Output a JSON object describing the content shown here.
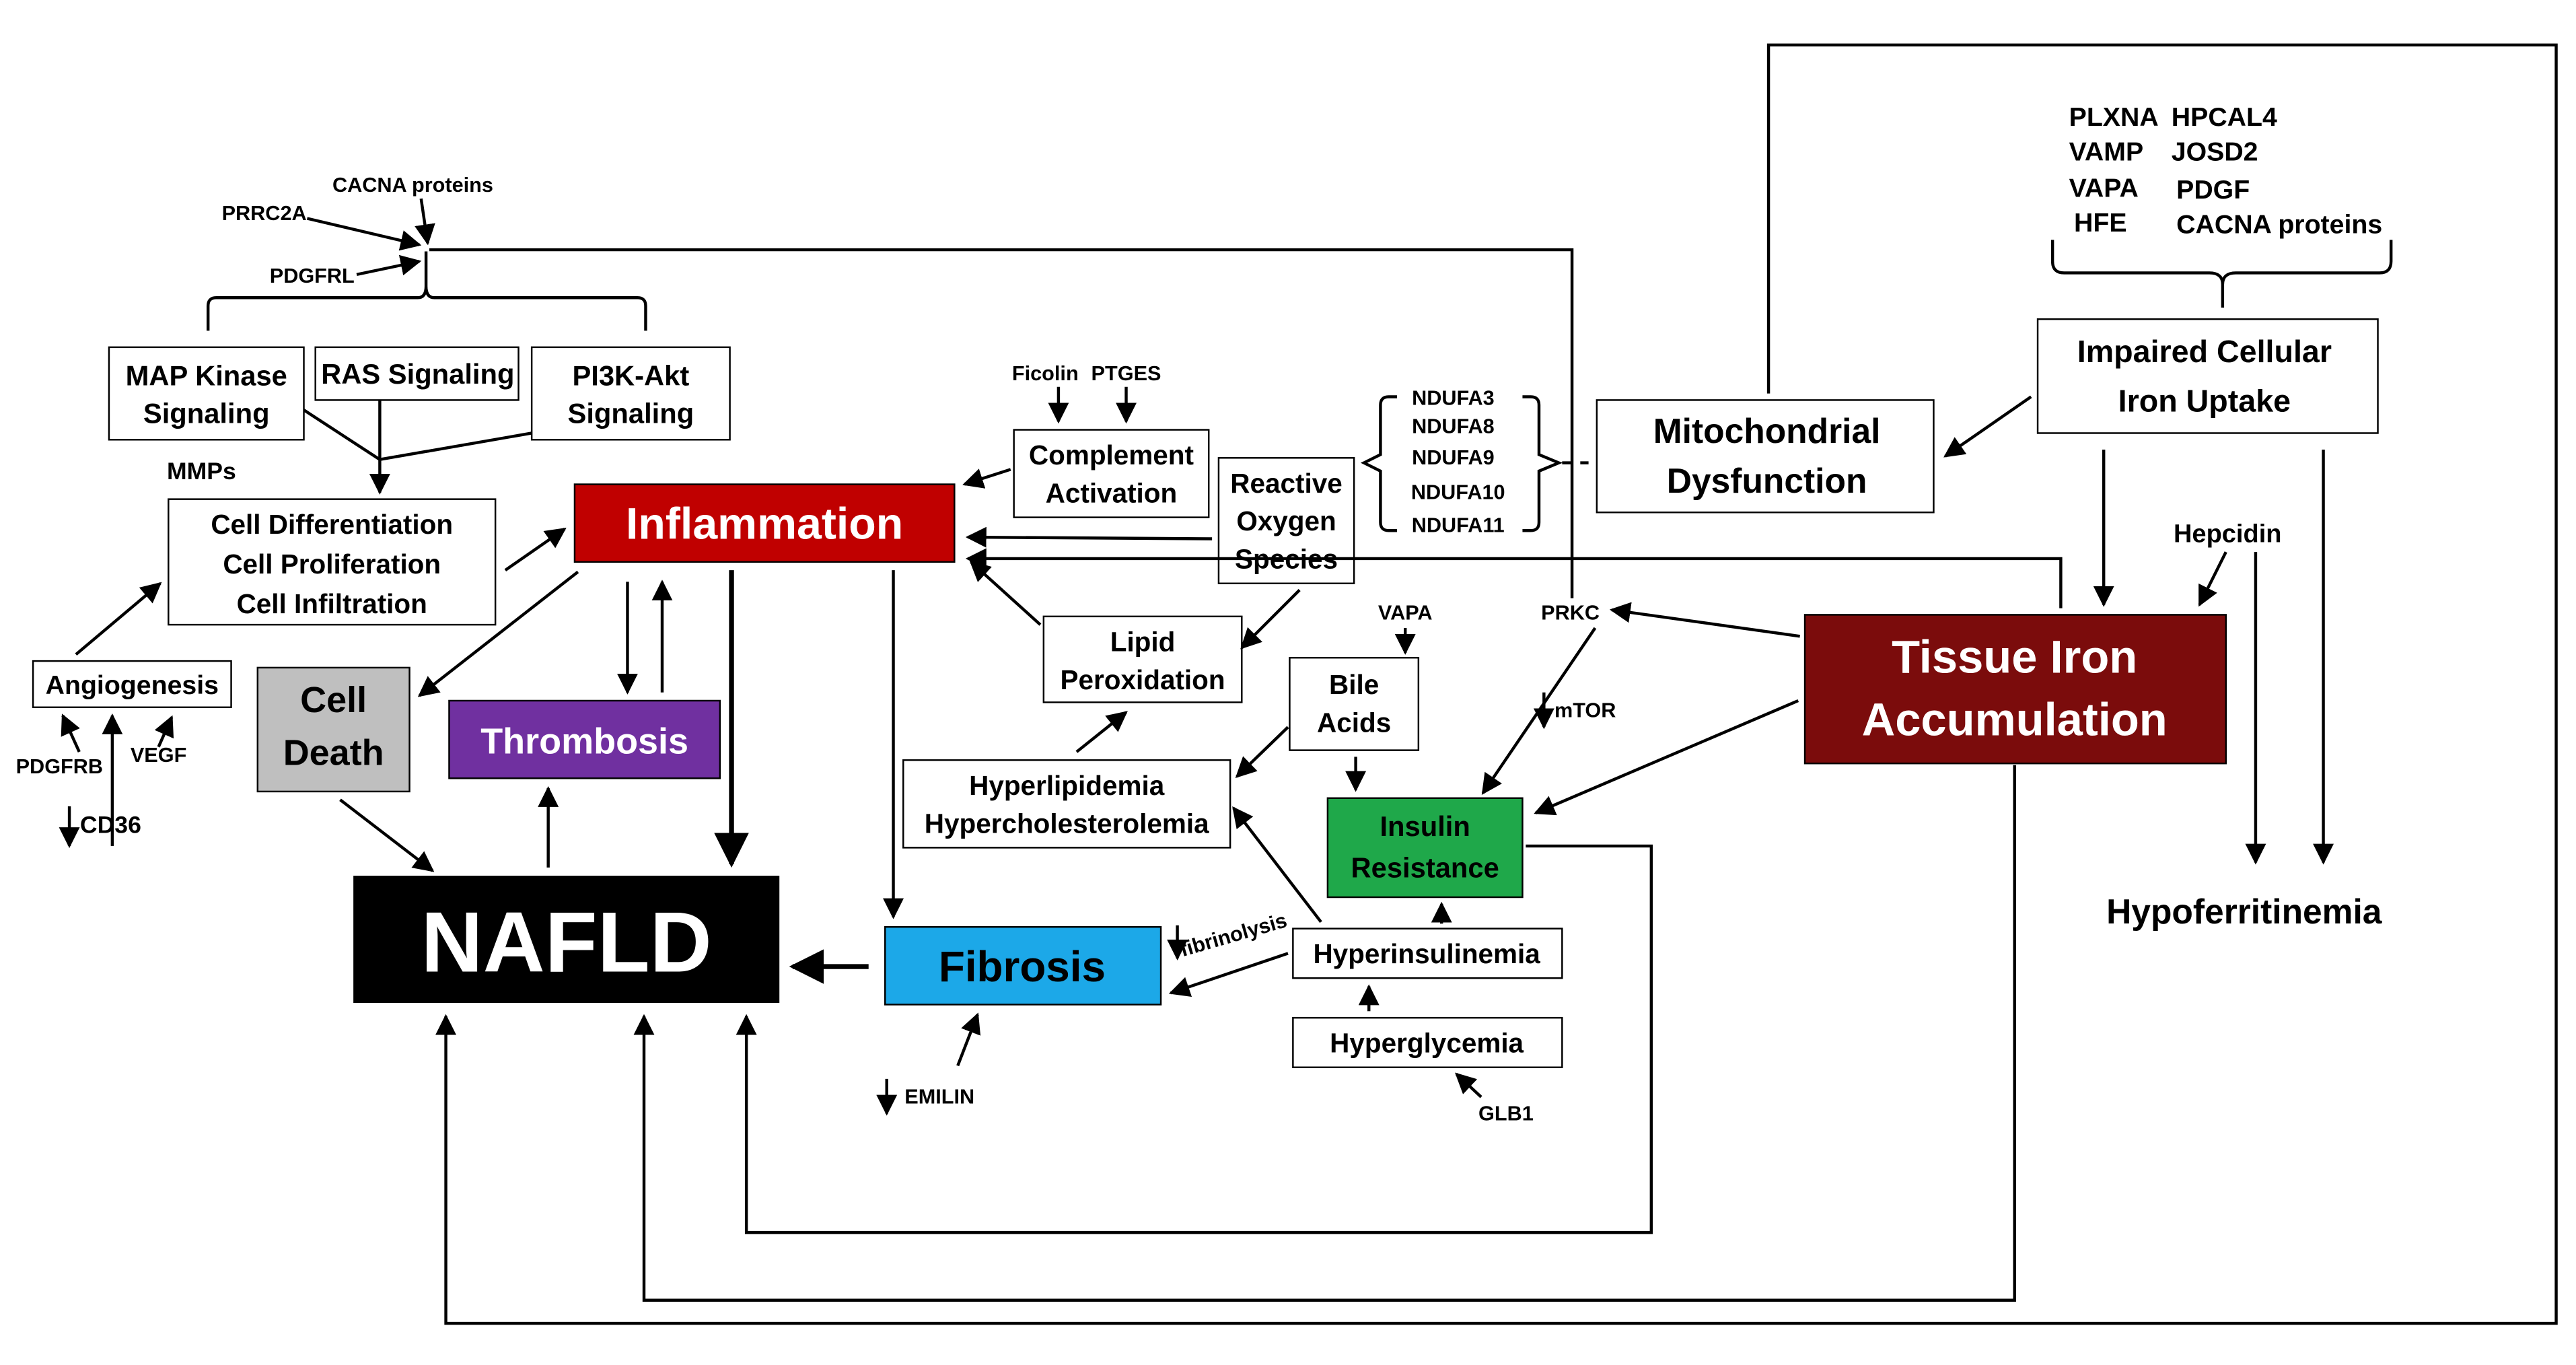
{
  "nodes": {
    "cacna_top": "CACNA proteins",
    "prrc2a": "PRRC2A",
    "pdgfrl": "PDGFRL",
    "map_kinase": [
      "MAP Kinase",
      "Signaling"
    ],
    "ras": "RAS Signaling",
    "pi3k": [
      "PI3K-Akt",
      "Signaling"
    ],
    "mmps": "MMPs",
    "cell_diff": [
      "Cell Differentiation",
      "Cell Proliferation",
      "Cell Infiltration"
    ],
    "angiogenesis": "Angiogenesis",
    "pdgfrb": "PDGFRB",
    "vegf": "VEGF",
    "cd36": "CD36",
    "cell_death": [
      "Cell",
      "Death"
    ],
    "thrombosis": "Thrombosis",
    "inflammation": "Inflammation",
    "nafld": "NAFLD",
    "fibrosis": "Fibrosis",
    "emilin": "EMILIN",
    "fibrinolysis": "fibrinolysis",
    "ficolin": "Ficolin",
    "ptges": "PTGES",
    "complement": [
      "Complement",
      "Activation"
    ],
    "ros": [
      "Reactive",
      "Oxygen",
      "Species"
    ],
    "lipid_perox": [
      "Lipid",
      "Peroxidation"
    ],
    "ndufa": [
      "NDUFA3",
      "NDUFA8",
      "NDUFA9",
      "NDUFA10",
      "NDUFA11"
    ],
    "mito": [
      "Mitochondrial",
      "Dysfunction"
    ],
    "vapa_mid": "VAPA",
    "bile": [
      "Bile",
      "Acids"
    ],
    "hyperlip": [
      "Hyperlipidemia",
      "Hypercholesterolemia"
    ],
    "insulin_res": [
      "Insulin",
      "Resistance"
    ],
    "hyperinsulin": "Hyperinsulinemia",
    "hyperglyc": "Hyperglycemia",
    "glb1": "GLB1",
    "prkc": "PRKC",
    "mtor": "mTOR",
    "tissue_iron": [
      "Tissue Iron",
      "Accumulation"
    ],
    "impaired_iron": [
      "Impaired Cellular",
      "Iron Uptake"
    ],
    "hepcidin": "Hepcidin",
    "hypoferritinemia": "Hypoferritinemia",
    "gene_list_left": [
      "PLXNA",
      "VAMP",
      "VAPA",
      "HFE"
    ],
    "gene_list_right": [
      "HPCAL4",
      "JOSD2",
      "PDGF",
      "CACNA proteins"
    ]
  },
  "colors": {
    "inflammation": "#c00000",
    "thrombosis": "#7030a0",
    "cell_death": "#bfbfbf",
    "nafld": "#000000",
    "fibrosis": "#1ca8e8",
    "insulin_resistance": "#1fa84a",
    "tissue_iron": "#7b0c0c"
  }
}
